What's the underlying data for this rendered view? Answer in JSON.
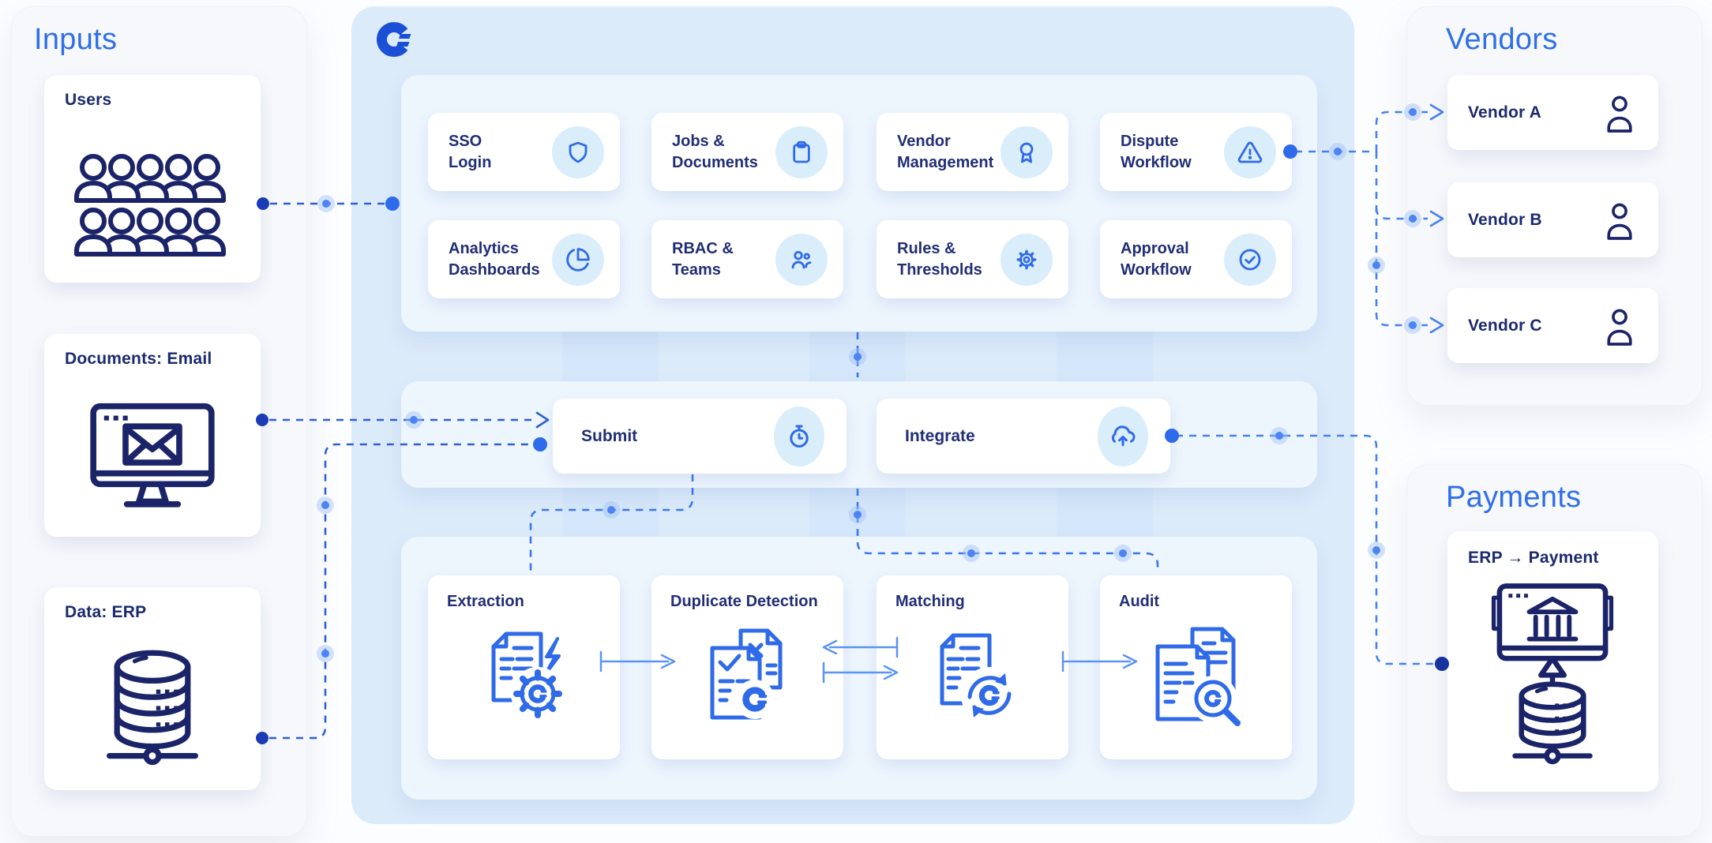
{
  "inputs": {
    "title": "Inputs",
    "cards": [
      {
        "label": "Users",
        "icon": "users-group-icon"
      },
      {
        "label": "Documents: Email",
        "icon": "monitor-mail-icon"
      },
      {
        "label": "Data: ERP",
        "icon": "database-network-icon"
      }
    ]
  },
  "platform": {
    "logo_icon": "c-logo",
    "features": [
      {
        "label": "SSO\nLogin",
        "icon": "shield-icon"
      },
      {
        "label": "Jobs &\nDocuments",
        "icon": "clipboard-icon"
      },
      {
        "label": "Vendor\nManagement",
        "icon": "award-icon"
      },
      {
        "label": "Dispute\nWorkflow",
        "icon": "alert-triangle-icon"
      },
      {
        "label": "Analytics\nDashboards",
        "icon": "pie-chart-icon"
      },
      {
        "label": "RBAC &\nTeams",
        "icon": "team-icon"
      },
      {
        "label": "Rules &\nThresholds",
        "icon": "gear-icon"
      },
      {
        "label": "Approval\nWorkflow",
        "icon": "check-circle-icon"
      }
    ],
    "actions": [
      {
        "label": "Submit",
        "icon": "stopwatch-icon"
      },
      {
        "label": "Integrate",
        "icon": "cloud-upload-icon"
      }
    ],
    "pipeline": [
      {
        "label": "Extraction",
        "icon": "doc-gear-bolt-icon"
      },
      {
        "label": "Duplicate Detection",
        "icon": "doc-duplicate-check-icon"
      },
      {
        "label": "Matching",
        "icon": "doc-sync-icon"
      },
      {
        "label": "Audit",
        "icon": "doc-magnifier-icon"
      }
    ]
  },
  "vendors": {
    "title": "Vendors",
    "cards": [
      {
        "label": "Vendor A",
        "icon": "person-icon"
      },
      {
        "label": "Vendor B",
        "icon": "person-icon"
      },
      {
        "label": "Vendor C",
        "icon": "person-icon"
      }
    ]
  },
  "payments": {
    "title": "Payments",
    "card": {
      "label": "ERP → Payment",
      "icon": "monitor-bank-database-icon"
    }
  },
  "colors": {
    "accent_blue": "#2f6fe8",
    "navy_text": "#1b2a6e",
    "platform_background": "#dcebfa",
    "container_background": "#edf5fd",
    "connector_blue": "#4479ef",
    "icon_circle_background": "#d9edfb"
  }
}
